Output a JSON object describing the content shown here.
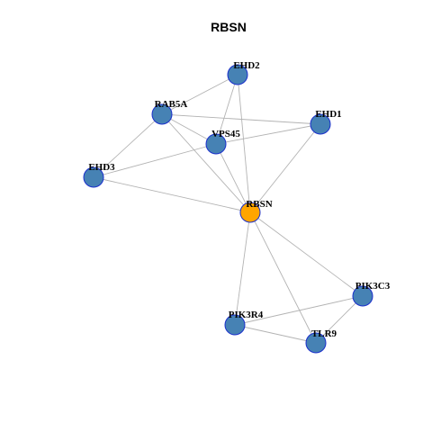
{
  "title": "RBSN",
  "colors": {
    "background": "#ffffff",
    "edge": "#b3b3b3",
    "node_fill": "#4682b4",
    "node_center_fill": "#ffa500",
    "node_stroke": "#1a2fcc",
    "label": "#000000",
    "title": "#000000"
  },
  "network": {
    "nodes": [
      {
        "id": "RBSN",
        "label": "RBSN",
        "center": true
      },
      {
        "id": "EHD2",
        "label": "EHD2"
      },
      {
        "id": "RAB5A",
        "label": "RAB5A"
      },
      {
        "id": "EHD1",
        "label": "EHD1"
      },
      {
        "id": "VPS45",
        "label": "VPS45"
      },
      {
        "id": "EHD3",
        "label": "EHD3"
      },
      {
        "id": "PIK3C3",
        "label": "PIK3C3"
      },
      {
        "id": "PIK3R4",
        "label": "PIK3R4"
      },
      {
        "id": "TLR9",
        "label": "TLR9"
      }
    ],
    "edges": [
      [
        "EHD2",
        "RAB5A"
      ],
      [
        "EHD2",
        "VPS45"
      ],
      [
        "EHD2",
        "RBSN"
      ],
      [
        "RAB5A",
        "EHD1"
      ],
      [
        "RAB5A",
        "VPS45"
      ],
      [
        "RAB5A",
        "EHD3"
      ],
      [
        "RAB5A",
        "RBSN"
      ],
      [
        "EHD1",
        "VPS45"
      ],
      [
        "EHD1",
        "RBSN"
      ],
      [
        "VPS45",
        "EHD3"
      ],
      [
        "VPS45",
        "RBSN"
      ],
      [
        "EHD3",
        "RBSN"
      ],
      [
        "RBSN",
        "PIK3C3"
      ],
      [
        "RBSN",
        "PIK3R4"
      ],
      [
        "RBSN",
        "TLR9"
      ],
      [
        "PIK3C3",
        "PIK3R4"
      ],
      [
        "PIK3C3",
        "TLR9"
      ],
      [
        "PIK3R4",
        "TLR9"
      ]
    ]
  }
}
